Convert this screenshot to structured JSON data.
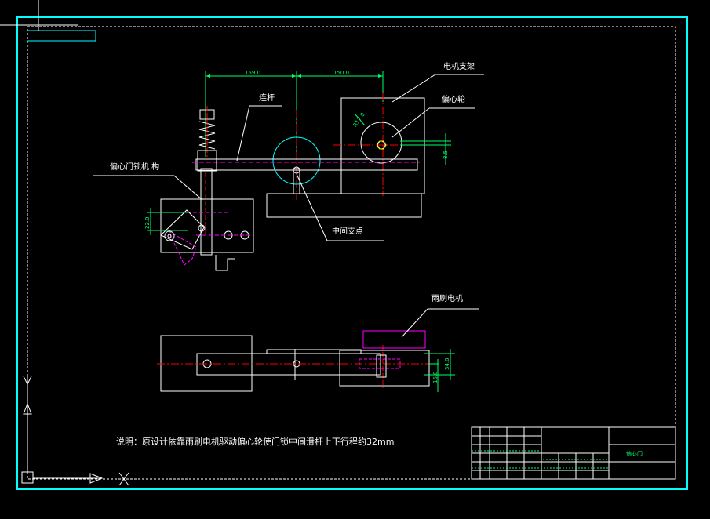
{
  "labels": {
    "connecting_rod": "连杆",
    "motor_bracket": "电机支架",
    "eccentric_wheel": "偏心轮",
    "eccentric_door_mechanism": "偏心门锁机 构",
    "middle_fulcrum": "中间支点",
    "wiper_motor": "雨刷电机"
  },
  "dimensions": {
    "left_span": "159.0",
    "right_span": "150.0",
    "eccentric_radius": "R17.0",
    "offset": "8.5",
    "door_height": "22.0",
    "bar_width": "34.0",
    "bar_offset": "15.0"
  },
  "note": "说明：原设计依靠雨刷电机驱动偏心轮使门锁中间滑杆上下行程约32mm",
  "title_block": {
    "drawing_name": "偏心门"
  },
  "colors": {
    "frame": "#00ffff",
    "dimension": "#00ff66",
    "centerline": "#ff0000",
    "part": "#ffffff",
    "highlight": "#ff00ff",
    "circle": "#00ffff"
  }
}
